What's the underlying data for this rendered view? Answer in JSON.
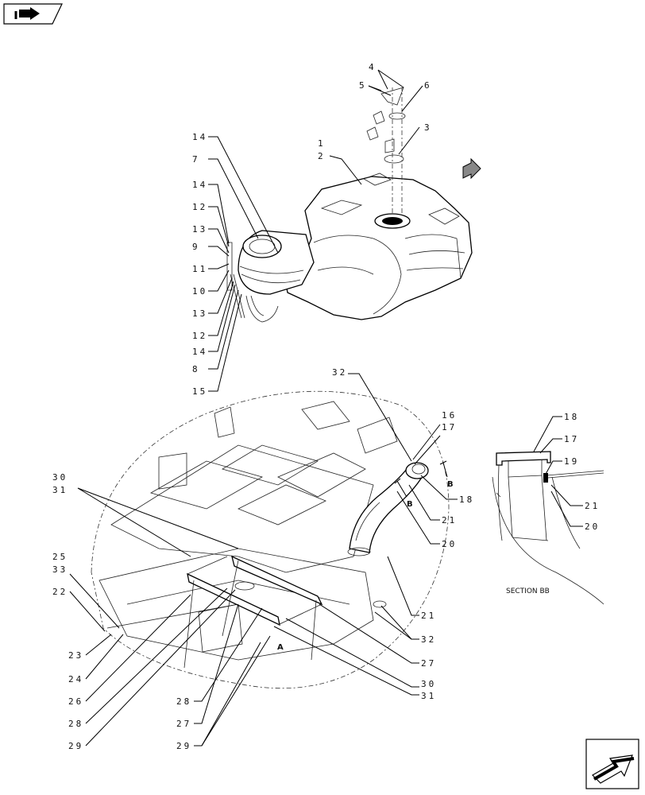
{
  "section_label": "SECTION BB",
  "section_markers": [
    "B",
    "B",
    "A"
  ],
  "callouts": [
    "1",
    "2",
    "3",
    "4",
    "5",
    "6",
    "7",
    "8",
    "9",
    "10",
    "11",
    "12",
    "13",
    "14",
    "15",
    "16",
    "17",
    "18",
    "19",
    "20",
    "21",
    "22",
    "23",
    "24",
    "25",
    "26",
    "27",
    "28",
    "29",
    "30",
    "31",
    "32",
    "33"
  ],
  "icons": {
    "top_left": "back-arrow-icon",
    "bottom_right": "next-page-arrow-icon",
    "orientation": "direction-arrow-icon"
  }
}
